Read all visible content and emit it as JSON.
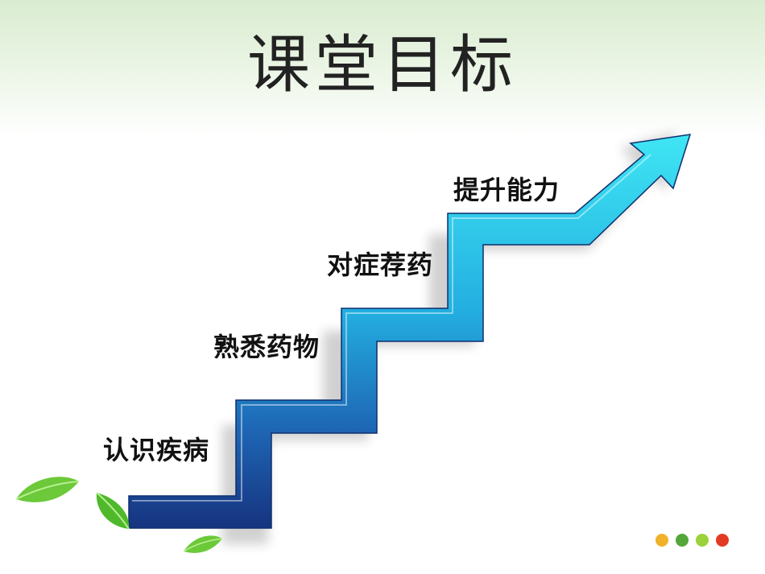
{
  "slide": {
    "title": "课堂目标",
    "steps": [
      {
        "label": "认识疾病"
      },
      {
        "label": "熟悉药物"
      },
      {
        "label": "对症荐药"
      },
      {
        "label": "提升能力"
      }
    ],
    "decoration": {
      "leaf_icons": [
        "leaf-icon",
        "leaf-icon",
        "leaf-icon"
      ],
      "dot_colors": [
        "#f0b22a",
        "#55a63a",
        "#9bd13b",
        "#e33b22"
      ]
    },
    "colors": {
      "arrow_light": "#3fe0f0",
      "arrow_dark": "#1d3f9a",
      "leaf_green": "#6cc93a"
    }
  }
}
